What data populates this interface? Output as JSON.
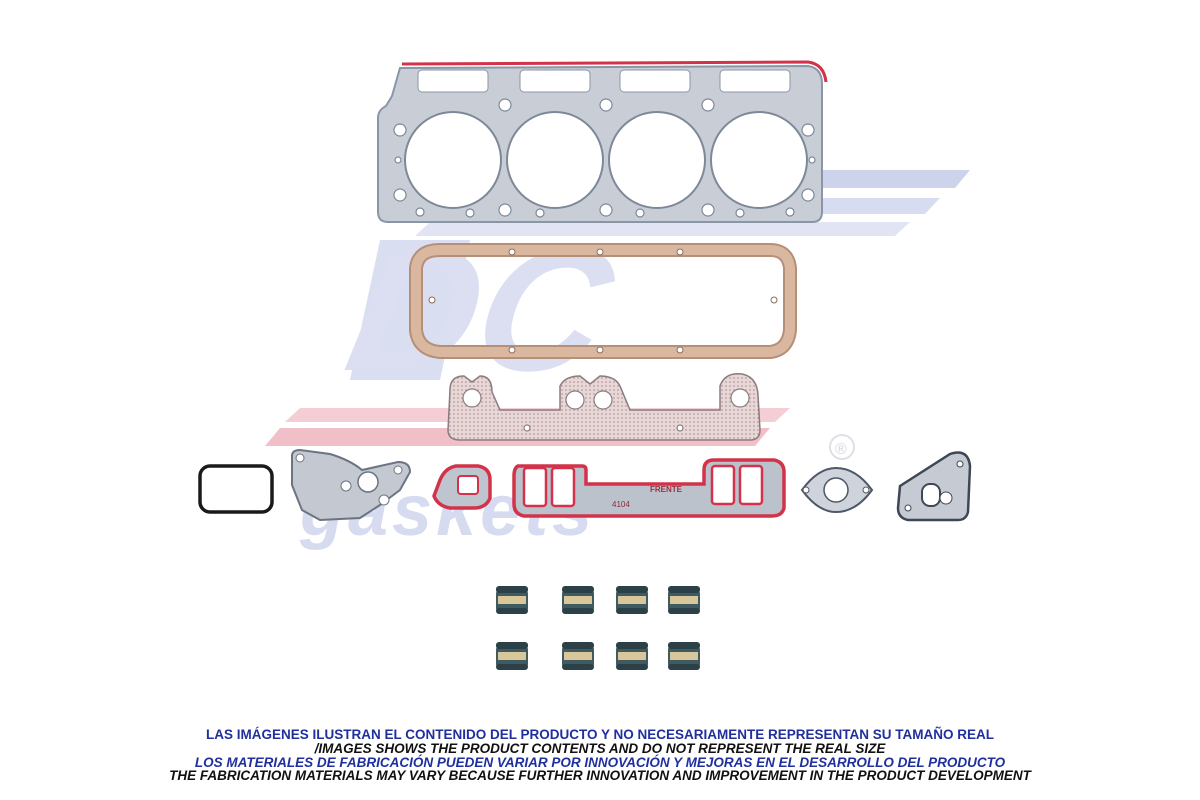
{
  "watermark": {
    "logo_text": "DC",
    "wordmark": "gaskets",
    "registered_mark": "®"
  },
  "parts": {
    "manifold_label": "FRENTE",
    "manifold_part_number": "4104"
  },
  "disclaimer": {
    "line1": "LAS IMÁGENES ILUSTRAN EL CONTENIDO DEL PRODUCTO Y NO NECESARIAMENTE REPRESENTAN SU TAMAÑO REAL",
    "line2": "/IMAGES SHOWS THE PRODUCT CONTENTS AND DO NOT REPRESENT THE REAL SIZE",
    "line3": "LOS MATERIALES DE FABRICACIÓN PUEDEN VARIAR POR INNOVACIÓN Y MEJORAS EN EL DESARROLLO DEL PRODUCTO",
    "line4": "THE FABRICATION MATERIALS MAY VARY BECAUSE FURTHER INNOVATION AND IMPROVEMENT IN THE PRODUCT DEVELOPMENT"
  },
  "colors": {
    "gasket_gray": "#c9ced6",
    "seal_red": "#d2334a",
    "cork": "#caa58a",
    "watermark_blue": "#c5cbe8",
    "watermark_red": "#f2c4cc",
    "text_blue": "#1f2f9e"
  }
}
